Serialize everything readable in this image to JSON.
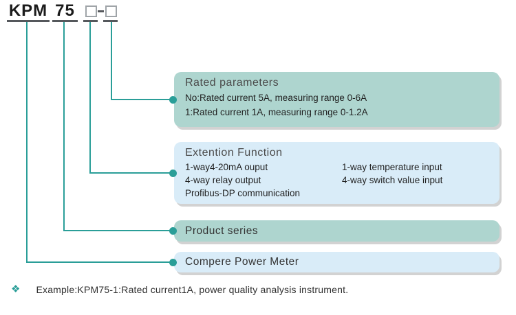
{
  "colors": {
    "box_teal": "#aed5cf",
    "box_blue": "#d9ecf8",
    "connector": "#2a9e98",
    "underline": "#55585c",
    "square_outline": "#9fa4a8",
    "shadow": "#d2d2d2"
  },
  "model_code": {
    "series": "KPM",
    "number": "75",
    "separator": "-"
  },
  "boxes": {
    "rated_parameters": {
      "title": "Rated parameters",
      "lines": [
        "No:Rated current 5A, measuring range 0-6A",
        "1:Rated current 1A, measuring range 0-1.2A"
      ]
    },
    "extension_function": {
      "title": "Extention Function",
      "left_column": [
        "1-way4-20mA ouput",
        "4-way relay output",
        "Profibus-DP communication"
      ],
      "right_column": [
        "1-way temperature input",
        "4-way switch value input"
      ]
    },
    "product_series": {
      "title": "Product series"
    },
    "power_meter": {
      "title": "Compere  Power  Meter"
    }
  },
  "example": {
    "bullet": "❖",
    "text": "Example:KPM75-1:Rated current1A, power quality analysis instrument."
  }
}
